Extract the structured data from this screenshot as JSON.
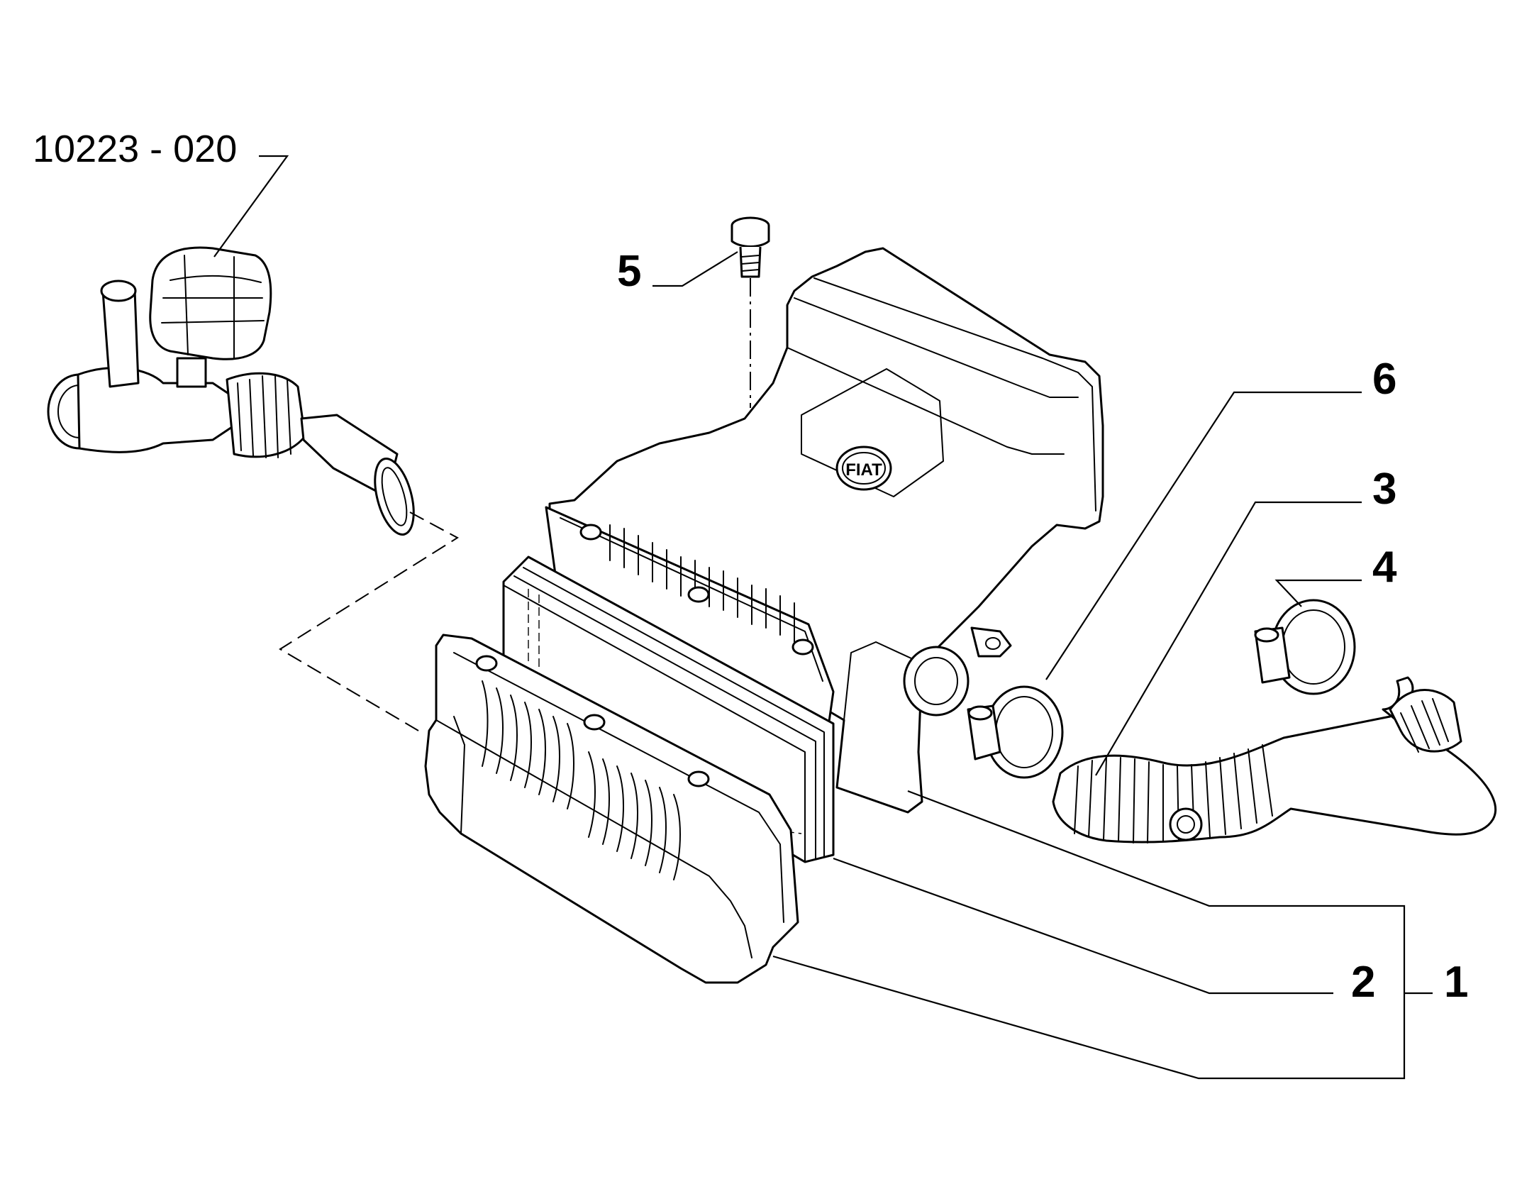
{
  "reference_label": "10223 - 020",
  "callouts": {
    "c1": "1",
    "c2": "2",
    "c3": "3",
    "c4": "4",
    "c5": "5",
    "c6": "6"
  },
  "logo_text": "FIAT"
}
